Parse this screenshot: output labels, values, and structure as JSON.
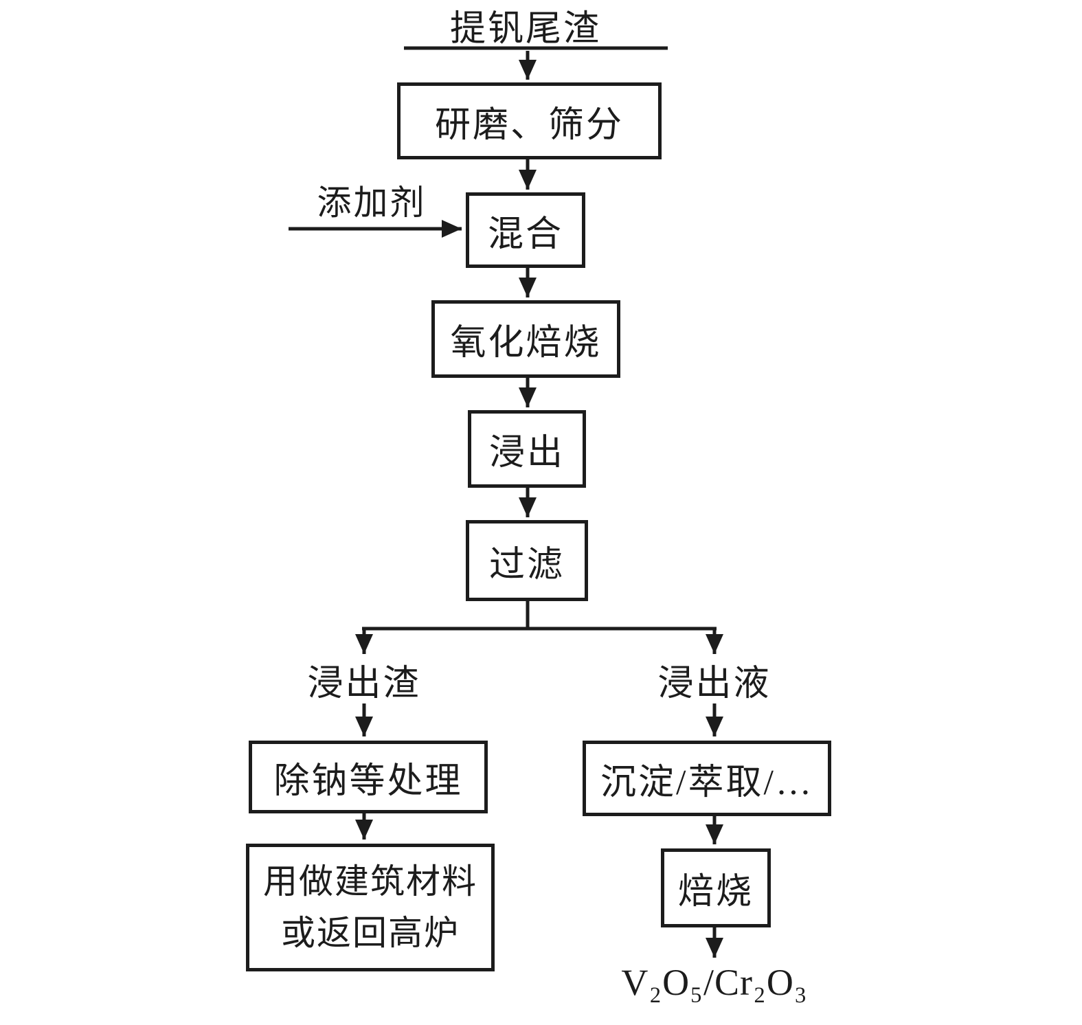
{
  "flow": {
    "source": "提钒尾渣",
    "grind": "研磨、筛分",
    "additive": "添加剂",
    "mix": "混合",
    "roast": "氧化焙烧",
    "leach": "浸出",
    "filter": "过滤",
    "residue": "浸出渣",
    "liquor": "浸出液",
    "sodium_removal": "除钠等处理",
    "building": {
      "line1": "用做建筑材料",
      "line2": "或返回高炉"
    },
    "separation": "沉淀/萃取/…",
    "calcine": "焙烧",
    "product": "V₂O₅/Cr₂O₃"
  },
  "colors": {
    "ink": "#1c1c1c",
    "background": "#ffffff"
  }
}
